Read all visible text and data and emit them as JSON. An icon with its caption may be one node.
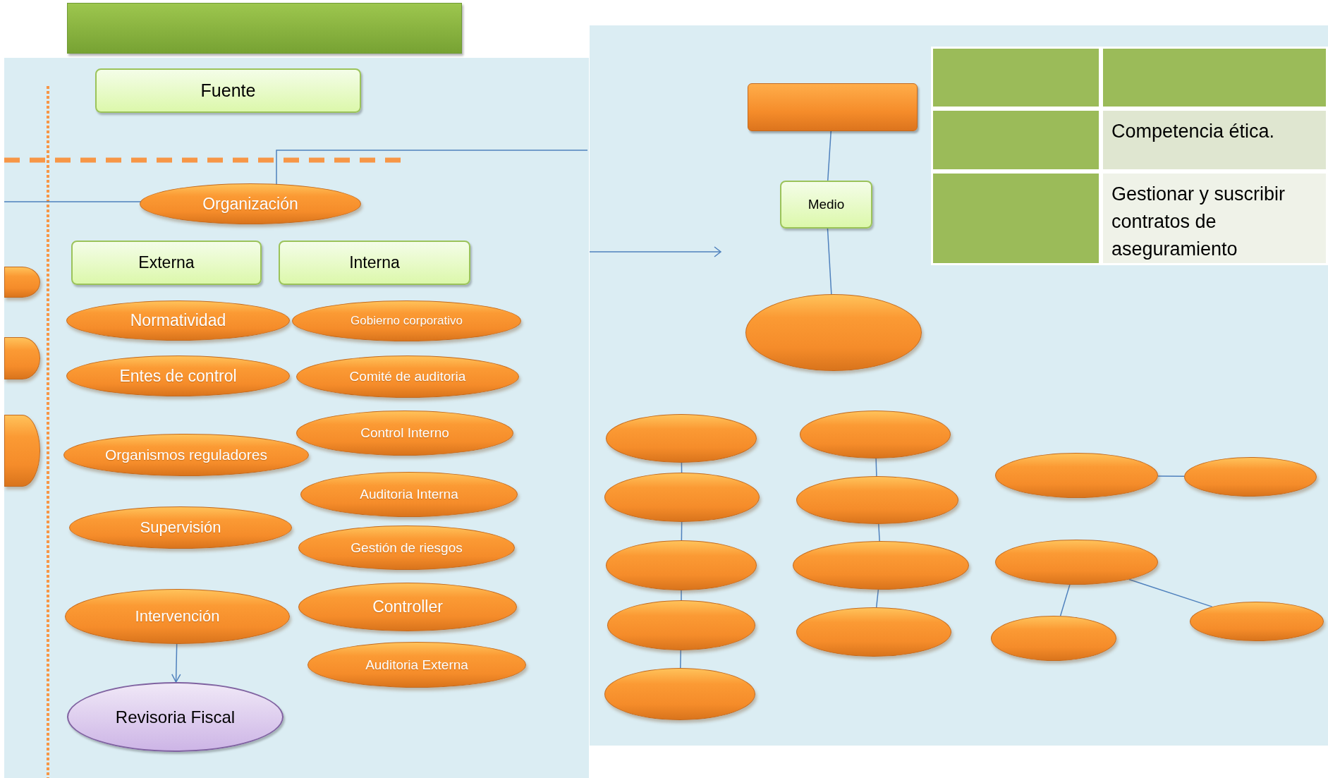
{
  "diagram": {
    "nodes": [
      {
        "text": [],
        "shape": "bar"
      },
      {
        "text": [
          "Fuente"
        ]
      },
      {
        "text": [
          "Organización"
        ]
      },
      {
        "text": [
          "Externa"
        ]
      },
      {
        "text": [
          "Interna"
        ]
      },
      {
        "text": [
          "Normatividad"
        ]
      },
      {
        "text": [
          "Gobierno corporativo"
        ]
      },
      {
        "text": [
          "Entes de control"
        ]
      },
      {
        "text": [
          "Comité de auditoria"
        ]
      },
      {
        "text": [
          "Organismos reguladores"
        ]
      },
      {
        "text": [
          "Control Interno"
        ]
      },
      {
        "text": [
          "Auditoria Interna"
        ]
      },
      {
        "text": [
          "Supervisión"
        ]
      },
      {
        "text": [
          "Gestión de riesgos"
        ]
      },
      {
        "text": [
          "Intervención"
        ]
      },
      {
        "text": [
          "Controller"
        ]
      },
      {
        "text": [
          "Auditoria Externa"
        ]
      },
      {
        "text": [
          "Revisoria Fiscal"
        ]
      },
      {
        "text": [],
        "shape": "ellipse"
      },
      {
        "text": [],
        "shape": "ellipse"
      },
      {
        "text": [],
        "shape": "ellipse"
      },
      {
        "text": [],
        "shape": "box"
      },
      {
        "text": [
          "Medio"
        ]
      },
      {
        "text": [],
        "shape": "ellipse"
      },
      {
        "text": [],
        "shape": "ellipse"
      },
      {
        "text": [],
        "shape": "ellipse"
      },
      {
        "text": [],
        "shape": "ellipse"
      },
      {
        "text": [],
        "shape": "ellipse"
      },
      {
        "text": [],
        "shape": "ellipse"
      },
      {
        "text": [],
        "shape": "ellipse"
      },
      {
        "text": [],
        "shape": "ellipse"
      },
      {
        "text": [],
        "shape": "ellipse"
      },
      {
        "text": [],
        "shape": "ellipse"
      },
      {
        "text": [],
        "shape": "ellipse"
      },
      {
        "text": [],
        "shape": "ellipse"
      },
      {
        "text": [],
        "shape": "ellipse"
      },
      {
        "text": [],
        "shape": "ellipse"
      },
      {
        "text": [],
        "shape": "ellipse"
      }
    ],
    "edges": [
      {
        "from": 14,
        "to": 17,
        "arrow": "to"
      },
      {
        "from": 21,
        "to": 22,
        "arrow": "none"
      },
      {
        "from": 22,
        "to": 23,
        "arrow": "none"
      },
      {
        "from": 24,
        "to": 25,
        "arrow": "none"
      },
      {
        "from": 25,
        "to": 26,
        "arrow": "none"
      },
      {
        "from": 26,
        "to": 27,
        "arrow": "none"
      },
      {
        "from": 27,
        "to": 28,
        "arrow": "none"
      },
      {
        "from": 29,
        "to": 30,
        "arrow": "none"
      },
      {
        "from": 30,
        "to": 31,
        "arrow": "none"
      },
      {
        "from": 31,
        "to": 32,
        "arrow": "none"
      },
      {
        "from": 33,
        "to": 34,
        "arrow": "none"
      },
      {
        "from": 35,
        "to": 36,
        "arrow": "none"
      },
      {
        "from": 35,
        "to": 37,
        "arrow": "none"
      }
    ],
    "labels": [
      "Competencia ética.",
      "Gestionar y suscribir contratos de aseguramiento"
    ]
  }
}
